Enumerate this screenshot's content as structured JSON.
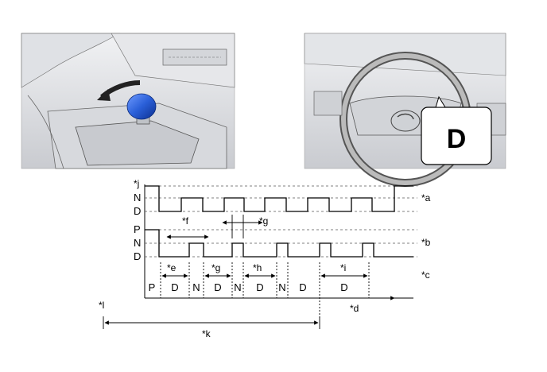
{
  "illustrations": {
    "left_icon": "shift-lever-arrow-icon",
    "right_icon": "steering-wheel-meter-icon",
    "meter_display": "D"
  },
  "signals": {
    "j": "*j",
    "a": "*a",
    "b": "*b",
    "c": "*c",
    "d": "*d",
    "e": "*e",
    "f": "*f",
    "g1": "*g",
    "g2": "*g",
    "h": "*h",
    "i": "*i",
    "k": "*k",
    "l": "*l"
  },
  "levels": {
    "top_n": "N",
    "top_d": "D",
    "mid_p": "P",
    "mid_n": "N",
    "mid_d": "D"
  },
  "positions": [
    "P",
    "D",
    "N",
    "D",
    "N",
    "D",
    "N",
    "D",
    "D"
  ],
  "colors": {
    "lever_knob": "#2a5fd8",
    "line": "#000000",
    "dashed": "#555555"
  }
}
